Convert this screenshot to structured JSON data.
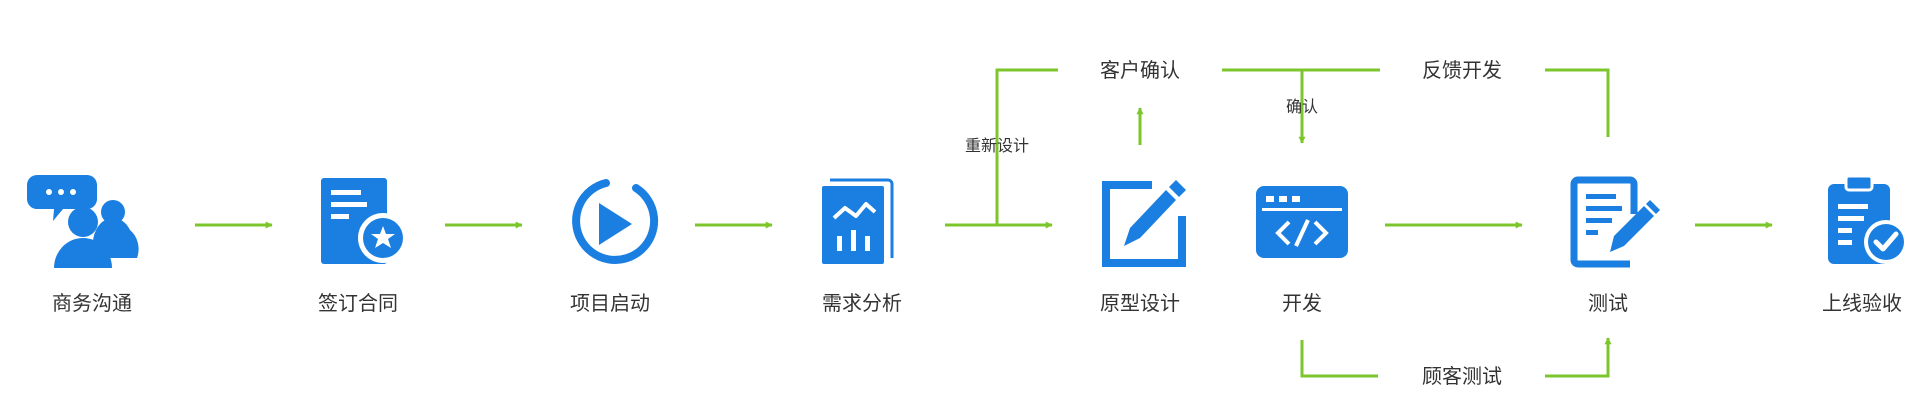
{
  "colors": {
    "icon_blue": "#1a7fe0",
    "arrow_green": "#7cc62c",
    "text": "#333333",
    "background": "#ffffff"
  },
  "steps": [
    {
      "label": "商务沟通",
      "icon": "chat-people-icon"
    },
    {
      "label": "签订合同",
      "icon": "contract-icon"
    },
    {
      "label": "项目启动",
      "icon": "play-circle-icon"
    },
    {
      "label": "需求分析",
      "icon": "analysis-chart-icon"
    },
    {
      "label": "原型设计",
      "icon": "edit-box-icon"
    },
    {
      "label": "开发",
      "icon": "code-window-icon"
    },
    {
      "label": "测试",
      "icon": "test-doc-icon"
    },
    {
      "label": "上线验收",
      "icon": "clipboard-check-icon"
    }
  ],
  "loops": {
    "customer_confirm": "客户确认",
    "feedback_dev": "反馈开发",
    "redesign": "重新设计",
    "confirm": "确认",
    "customer_test": "顾客测试"
  }
}
